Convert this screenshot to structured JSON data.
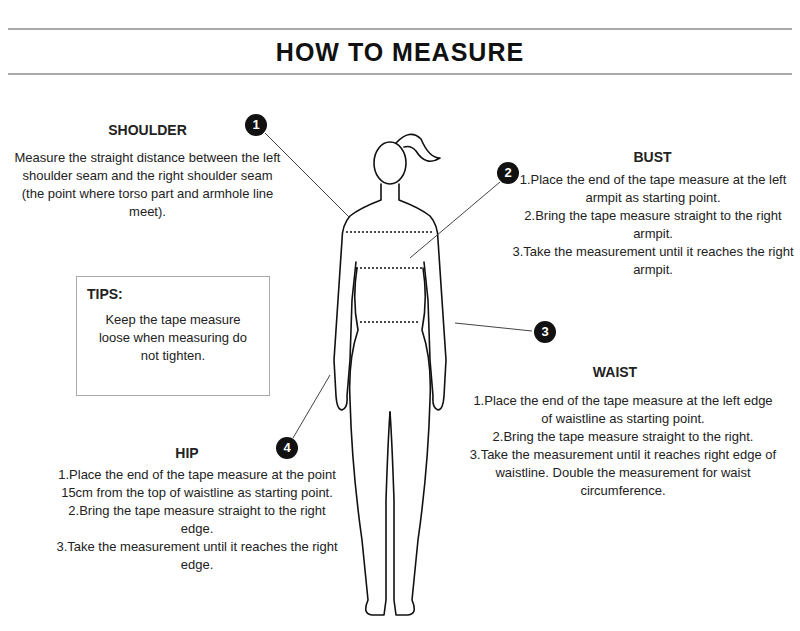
{
  "diagram": {
    "title": "HOW TO MEASURE",
    "nodes": [
      {
        "text": [
          "TIPS:",
          "Keep the tape measure loose when measuring do not tighten."
        ]
      }
    ],
    "labels": [
      "1",
      "SHOULDER",
      "Measure the straight distance between the left shoulder seam and the right shoulder seam (the point where torso part and armhole line meet).",
      "2",
      "BUST",
      "1.Place the end of the tape measure at the left armpit as starting point.",
      "2.Bring the tape measure straight to the right armpit.",
      "3.Take the measurement until it reaches the right armpit.",
      "3",
      "WAIST",
      "1.Place the end of the tape measure at the left edge of waistline as starting point.",
      "2.Bring the tape measure straight to the right.",
      "3.Take the measurement until it reaches right edge of waistline. Double the measurement for waist circumference.",
      "4",
      "HIP",
      "1.Place the end of the tape measure at the point 15cm from the top of waistline as starting point.",
      "2.Bring the tape measure straight to the right edge.",
      "3.Take the measurement until it reaches the right edge."
    ]
  }
}
